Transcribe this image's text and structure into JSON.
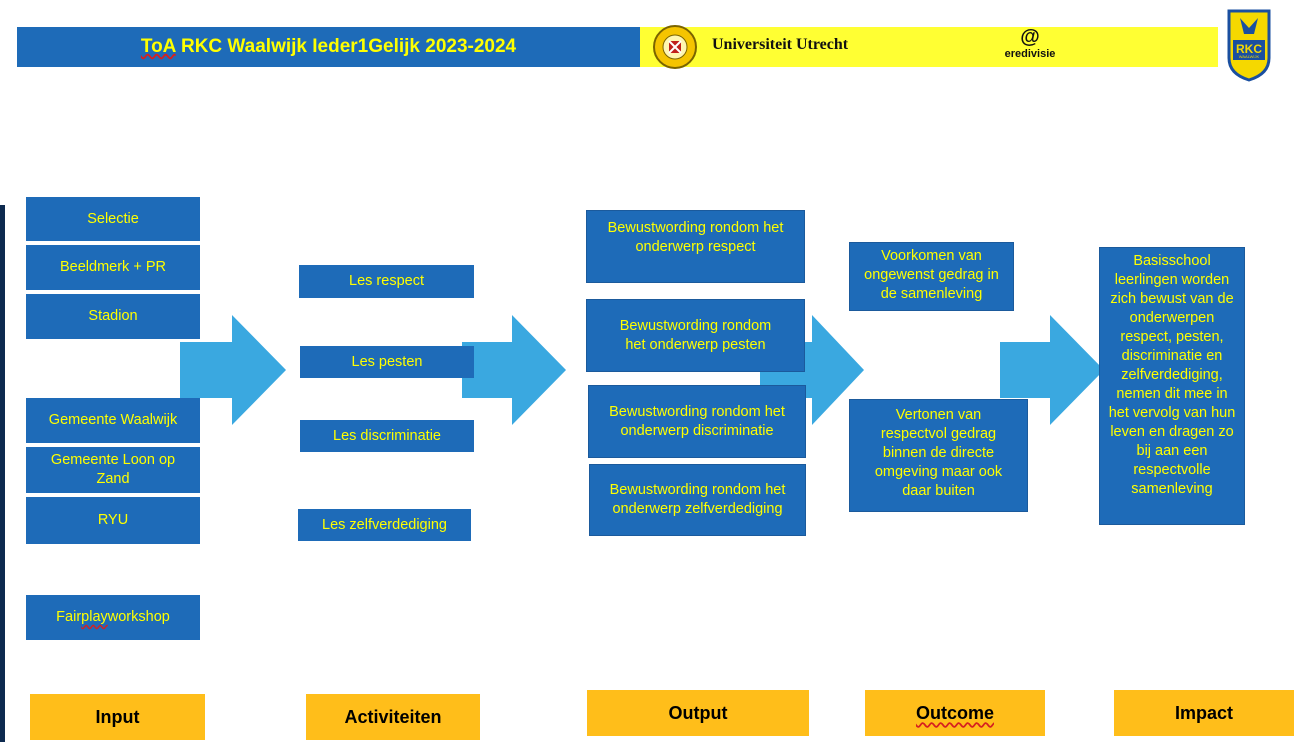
{
  "header": {
    "title_part1": "ToA",
    "title_part2": " RKC Waalwijk Ieder1Gelijk 2023-2024",
    "uu_name": "Universiteit Utrecht",
    "eredivisie": "eredivisie",
    "rkc_text": "RKC",
    "rkc_sub": "WAALWIJK"
  },
  "input": [
    "Selectie",
    "Beeldmerk + PR",
    "Stadion",
    "Gemeente Waalwijk",
    "Gemeente Loon op Zand",
    "RYU"
  ],
  "input_extra": {
    "part1": "Fair ",
    "part2": "play",
    "part3": " workshop"
  },
  "activities": [
    "Les respect",
    "Les pesten",
    "Les discriminatie",
    "Les zelfverdediging"
  ],
  "output": [
    "Bewustwording rondom het onderwerp respect",
    "Bewustwording rondom het onderwerp pesten",
    "Bewustwording rondom het onderwerp discriminatie",
    "Bewustwording rondom het onderwerp zelfverdediging"
  ],
  "outcome": [
    "Voorkomen van ongewenst gedrag in de samenleving",
    "Vertonen van respectvol gedrag binnen de directe omgeving maar ook daar buiten"
  ],
  "impact": "Basisschool leerlingen worden zich bewust van de onderwerpen respect, pesten, discriminatie en zelfverdediging, nemen dit mee in het vervolg van hun leven en dragen zo bij aan een respectvolle samenleving",
  "labels": [
    "Input",
    "Activiteiten",
    "Output",
    "Outcome",
    "Impact"
  ],
  "colors": {
    "box": "#1e6bb8",
    "text": "#ffff00",
    "arrow": "#3aa8e0",
    "label": "#ffbe1a"
  }
}
